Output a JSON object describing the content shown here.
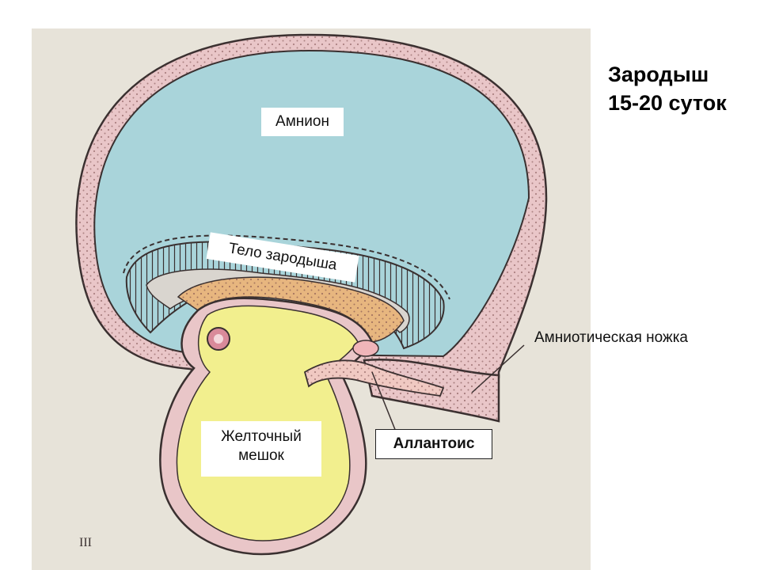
{
  "title": {
    "line1": "Зародыш",
    "line2": "15-20 суток"
  },
  "labels": {
    "amnion": "Амнион",
    "embryo_body": "Тело зародыша",
    "amniotic_stalk": "Амниотическая ножка",
    "yolk_sac_line1": "Желточный",
    "yolk_sac_line2": "мешок",
    "allantois": "Аллантоис",
    "figure_mark": "III"
  },
  "colors": {
    "amnion_fluid": "#a9d4da",
    "yolk": "#f2ef8e",
    "mesoderm": "#e9c6c8",
    "paper": "#e7e3d9",
    "outline": "#3a3030"
  }
}
